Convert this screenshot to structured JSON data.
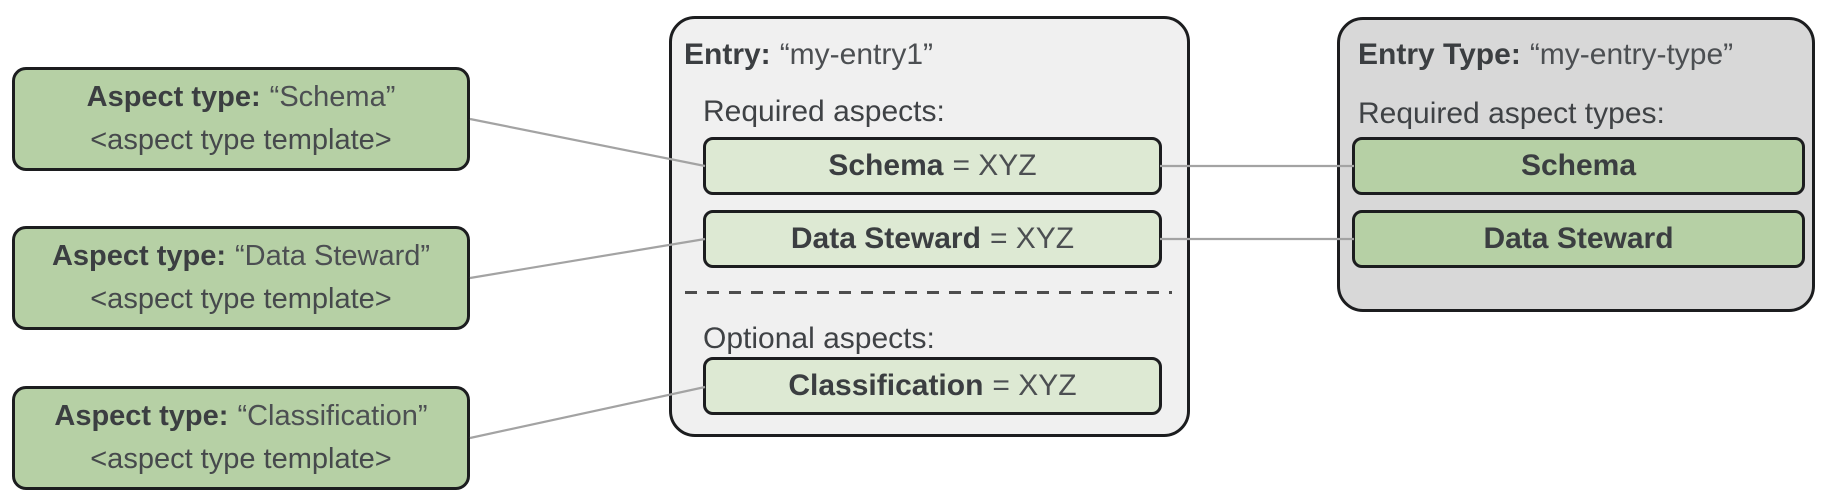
{
  "colors": {
    "green_strong": "#b6d0a5",
    "green_light": "#dde9d3",
    "entry_card_bg": "#f0f0f0",
    "entry_type_card_bg": "#d8d8d8",
    "border_dark": "#1c1d1f",
    "connector_gray": "#a3a3a3"
  },
  "aspect_type_cards": [
    {
      "label": "Aspect type:",
      "name": "“Schema”",
      "template": "<aspect type template>"
    },
    {
      "label": "Aspect type:",
      "name": "“Data Steward”",
      "template": "<aspect type template>"
    },
    {
      "label": "Aspect type:",
      "name": "“Classification”",
      "template": "<aspect type template>"
    }
  ],
  "entry": {
    "title_label": "Entry:",
    "title_value": "“my-entry1”",
    "required_label": "Required aspects:",
    "required_aspects": [
      {
        "name": "Schema",
        "suffix": "= XYZ"
      },
      {
        "name": "Data Steward",
        "suffix": "= XYZ"
      }
    ],
    "optional_label": "Optional aspects:",
    "optional_aspects": [
      {
        "name": "Classification",
        "suffix": "= XYZ"
      }
    ]
  },
  "entry_type": {
    "title_label": "Entry Type:",
    "title_value": "“my-entry-type”",
    "required_label": "Required aspect types:",
    "aspect_types": [
      {
        "name": "Schema"
      },
      {
        "name": "Data Steward"
      }
    ]
  }
}
